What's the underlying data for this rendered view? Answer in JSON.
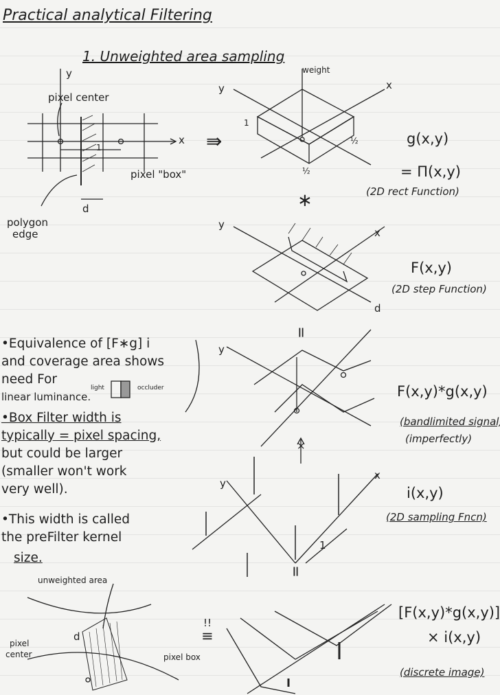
{
  "title": "Practical analytical Filtering",
  "section_heading": "1. Unweighted area sampling",
  "diagram_pixel": {
    "y_axis": "y",
    "x_axis": "x",
    "pixel_center": "pixel center",
    "unit": "1",
    "pixel_box": "pixel \"box\"",
    "d": "d",
    "polygon_edge_1": "polygon",
    "polygon_edge_2": "edge"
  },
  "diagram_box": {
    "weight": "weight",
    "y_axis": "y",
    "x_axis": "x",
    "one": "1",
    "half_a": "½",
    "half_b": "½"
  },
  "implies": "⇛",
  "convolve": "∗",
  "g_eq": {
    "line1": "g(x,y)",
    "line2": "= Π(x,y)",
    "caption": "(2D rect Function)"
  },
  "diagram_step": {
    "y_axis": "y",
    "x_axis": "x",
    "d": "d"
  },
  "f_eq": {
    "line1": "F(x,y)",
    "caption": "(2D step Function)"
  },
  "equals_rotated_1": "=",
  "fg_eq": {
    "line1": "F(x,y)*g(x,y)",
    "caption1": "(bandlimited signal)",
    "caption2": "(imperfectly)"
  },
  "times": "×",
  "sampling": {
    "y_axis": "y",
    "x_axis": "x",
    "unit": "1",
    "equals": "="
  },
  "i_eq": {
    "line1": "i(x,y)",
    "caption": "(2D sampling Fncn)"
  },
  "bullets": {
    "b1_l1": "•Equivalence of [F∗g] i",
    "b1_l2": "and coverage area shows",
    "b1_l3": "need For",
    "b1_l4": "linear luminance.",
    "light": "light",
    "occluder": "occluder",
    "b2_l1": "•Box Filter width is",
    "b2_l2": "typically = pixel spacing,",
    "b2_l3": "but could be larger",
    "b2_l4": "(smaller won't work",
    "b2_l5": "very well).",
    "b3_l1": "•This width is called",
    "b3_l2": "the preFilter kernel",
    "b3_l3": "size."
  },
  "bottom": {
    "unweighted_area": "unweighted area",
    "pixel_center_1": "pixel",
    "pixel_center_2": "center",
    "d": "d",
    "pixel_box": "pixel box",
    "bang": "!!",
    "equiv": "≡",
    "final_line1": "[F(x,y)*g(x,y)]",
    "final_line2": "× i(x,y)",
    "caption": "(discrete image)"
  }
}
